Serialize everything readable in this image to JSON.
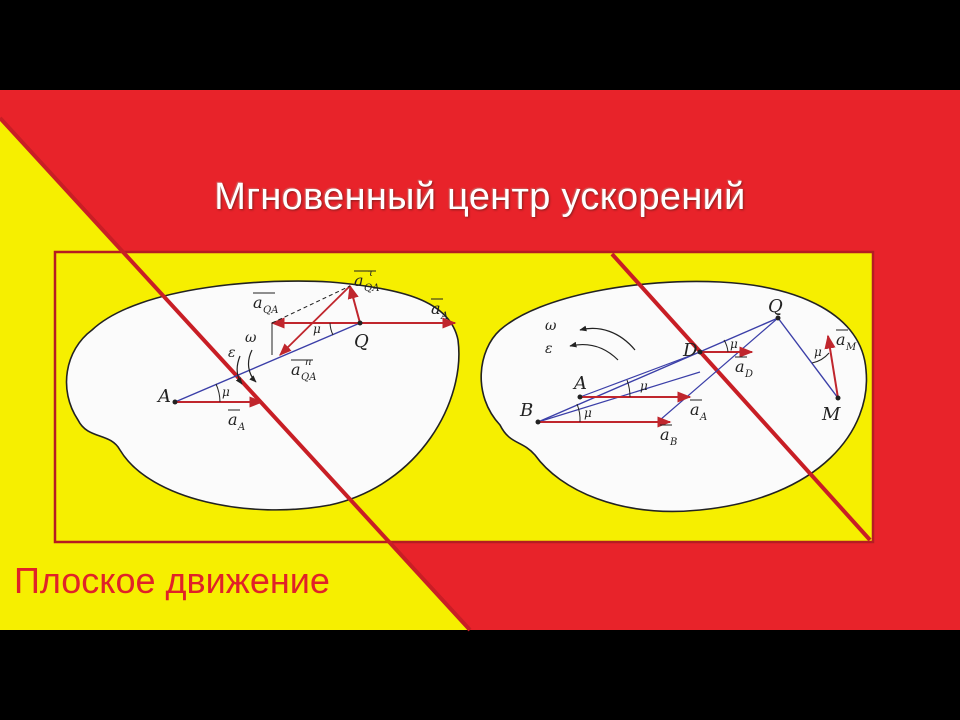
{
  "slide": {
    "title": "Мгновенный центр ускорений",
    "subtitle": "Плоское движение"
  },
  "left_diagram": {
    "labels": {
      "point_a": "A",
      "point_q": "Q",
      "accel_a_bottom": "a",
      "accel_a_bottom_sub": "A",
      "accel_a_right": "a",
      "accel_a_right_sub": "A",
      "accel_qa": "a",
      "accel_qa_sub": "QA",
      "accel_tau": "a",
      "accel_tau_sub": "QA",
      "accel_tau_sup": "τ",
      "accel_n": "a",
      "accel_n_sub": "QA",
      "accel_n_sup": "n",
      "omega": "ω",
      "epsilon": "ε",
      "mu1": "μ",
      "mu2": "μ"
    }
  },
  "right_diagram": {
    "labels": {
      "point_b": "B",
      "point_a": "A",
      "point_d": "D",
      "point_q": "Q",
      "point_m": "M",
      "accel_b": "a",
      "accel_b_sub": "B",
      "accel_a": "a",
      "accel_a_sub": "A",
      "accel_d": "a",
      "accel_d_sub": "D",
      "accel_m": "a",
      "accel_m_sub": "M",
      "omega": "ω",
      "epsilon": "ε",
      "mu1": "μ",
      "mu2": "μ",
      "mu3": "μ",
      "mu4": "μ"
    }
  },
  "colors": {
    "red": "#e8232a",
    "yellow": "#f6ef00",
    "body_fill": "#fbfbfb",
    "vector_red": "#c0262d",
    "line_blue": "#3b3fa8"
  }
}
